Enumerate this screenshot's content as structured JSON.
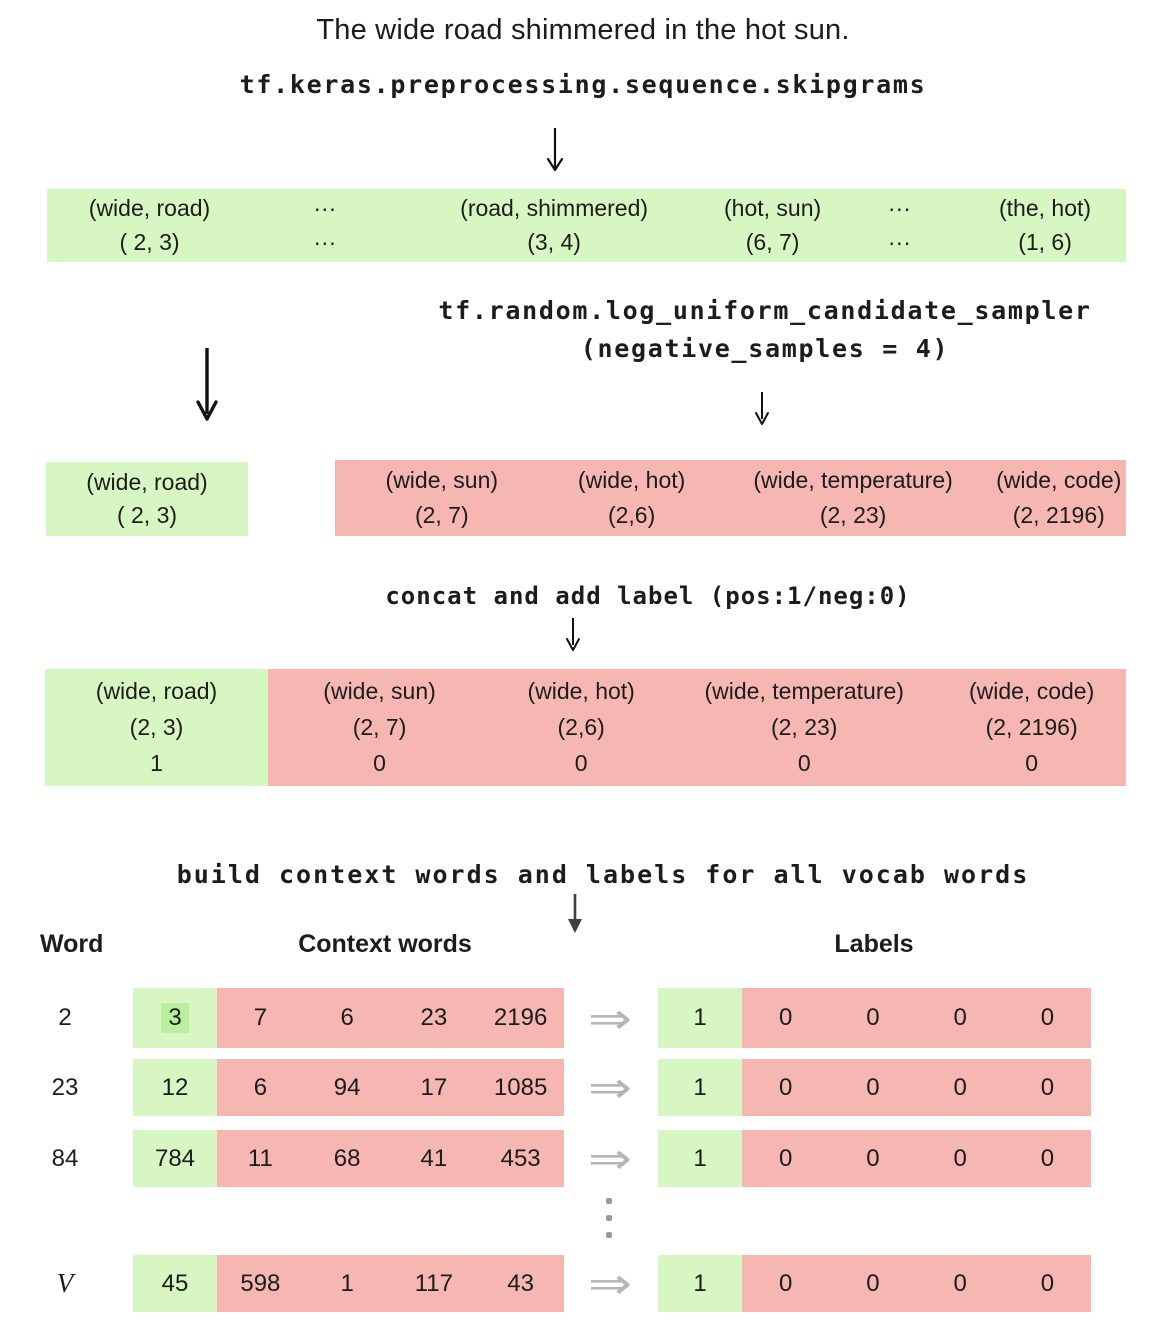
{
  "title": "The wide road shimmered in the hot sun.",
  "steps": {
    "skipgrams_fn": "tf.keras.preprocessing.sequence.skipgrams",
    "sampler_fn": "tf.random.log_uniform_candidate_sampler",
    "sampler_arg": "(negative_samples = 4)",
    "concat_label": "concat and add label (pos:1/neg:0)",
    "build_label": "build context words and labels for all vocab words"
  },
  "colors": {
    "positive_green": "#d8f6c2",
    "negative_pink": "#f6b7b3",
    "target_highlight_green": "#b9ef9d",
    "implies_arrow_gray": "#b5b5b5"
  },
  "icons": {
    "down_arrow": "↓",
    "implies": "⇒",
    "vertical_ellipsis": "⋮"
  },
  "skipgram_box": {
    "columns": [
      {
        "pair": "(wide, road)",
        "ids": "( 2, 3)"
      },
      {
        "pair": "···",
        "ids": "···"
      },
      {
        "pair": "(road, shimmered)",
        "ids": "(3, 4)"
      },
      {
        "pair": "(hot, sun)",
        "ids": "(6, 7)"
      },
      {
        "pair": "···",
        "ids": "···"
      },
      {
        "pair": "(the, hot)",
        "ids": "(1, 6)"
      }
    ]
  },
  "positive_box": {
    "pair": "(wide, road)",
    "ids": "( 2, 3)"
  },
  "negative_box": {
    "columns": [
      {
        "pair": "(wide, sun)",
        "ids": "(2, 7)"
      },
      {
        "pair": "(wide, hot)",
        "ids": "(2,6)"
      },
      {
        "pair": "(wide, temperature)",
        "ids": "(2, 23)"
      },
      {
        "pair": "(wide, code)",
        "ids": "(2, 2196)"
      }
    ]
  },
  "concat_box": {
    "positive": {
      "pair": "(wide, road)",
      "ids": "(2, 3)",
      "label": "1"
    },
    "negatives": [
      {
        "pair": "(wide, sun)",
        "ids": "(2, 7)",
        "label": "0"
      },
      {
        "pair": "(wide, hot)",
        "ids": "(2,6)",
        "label": "0"
      },
      {
        "pair": "(wide, temperature)",
        "ids": "(2, 23)",
        "label": "0"
      },
      {
        "pair": "(wide, code)",
        "ids": "(2, 2196)",
        "label": "0"
      }
    ]
  },
  "table": {
    "headers": {
      "word": "Word",
      "context": "Context words",
      "labels": "Labels"
    },
    "rows": [
      {
        "word": "2",
        "target": "3",
        "negatives": [
          "7",
          "6",
          "23",
          "2196"
        ],
        "pos_label": "1",
        "neg_labels": [
          "0",
          "0",
          "0",
          "0"
        ]
      },
      {
        "word": "23",
        "target": "12",
        "negatives": [
          "6",
          "94",
          "17",
          "1085"
        ],
        "pos_label": "1",
        "neg_labels": [
          "0",
          "0",
          "0",
          "0"
        ]
      },
      {
        "word": "84",
        "target": "784",
        "negatives": [
          "11",
          "68",
          "41",
          "453"
        ],
        "pos_label": "1",
        "neg_labels": [
          "0",
          "0",
          "0",
          "0"
        ]
      },
      {
        "word": "V",
        "target": "45",
        "negatives": [
          "598",
          "1",
          "117",
          "43"
        ],
        "pos_label": "1",
        "neg_labels": [
          "0",
          "0",
          "0",
          "0"
        ]
      }
    ]
  }
}
